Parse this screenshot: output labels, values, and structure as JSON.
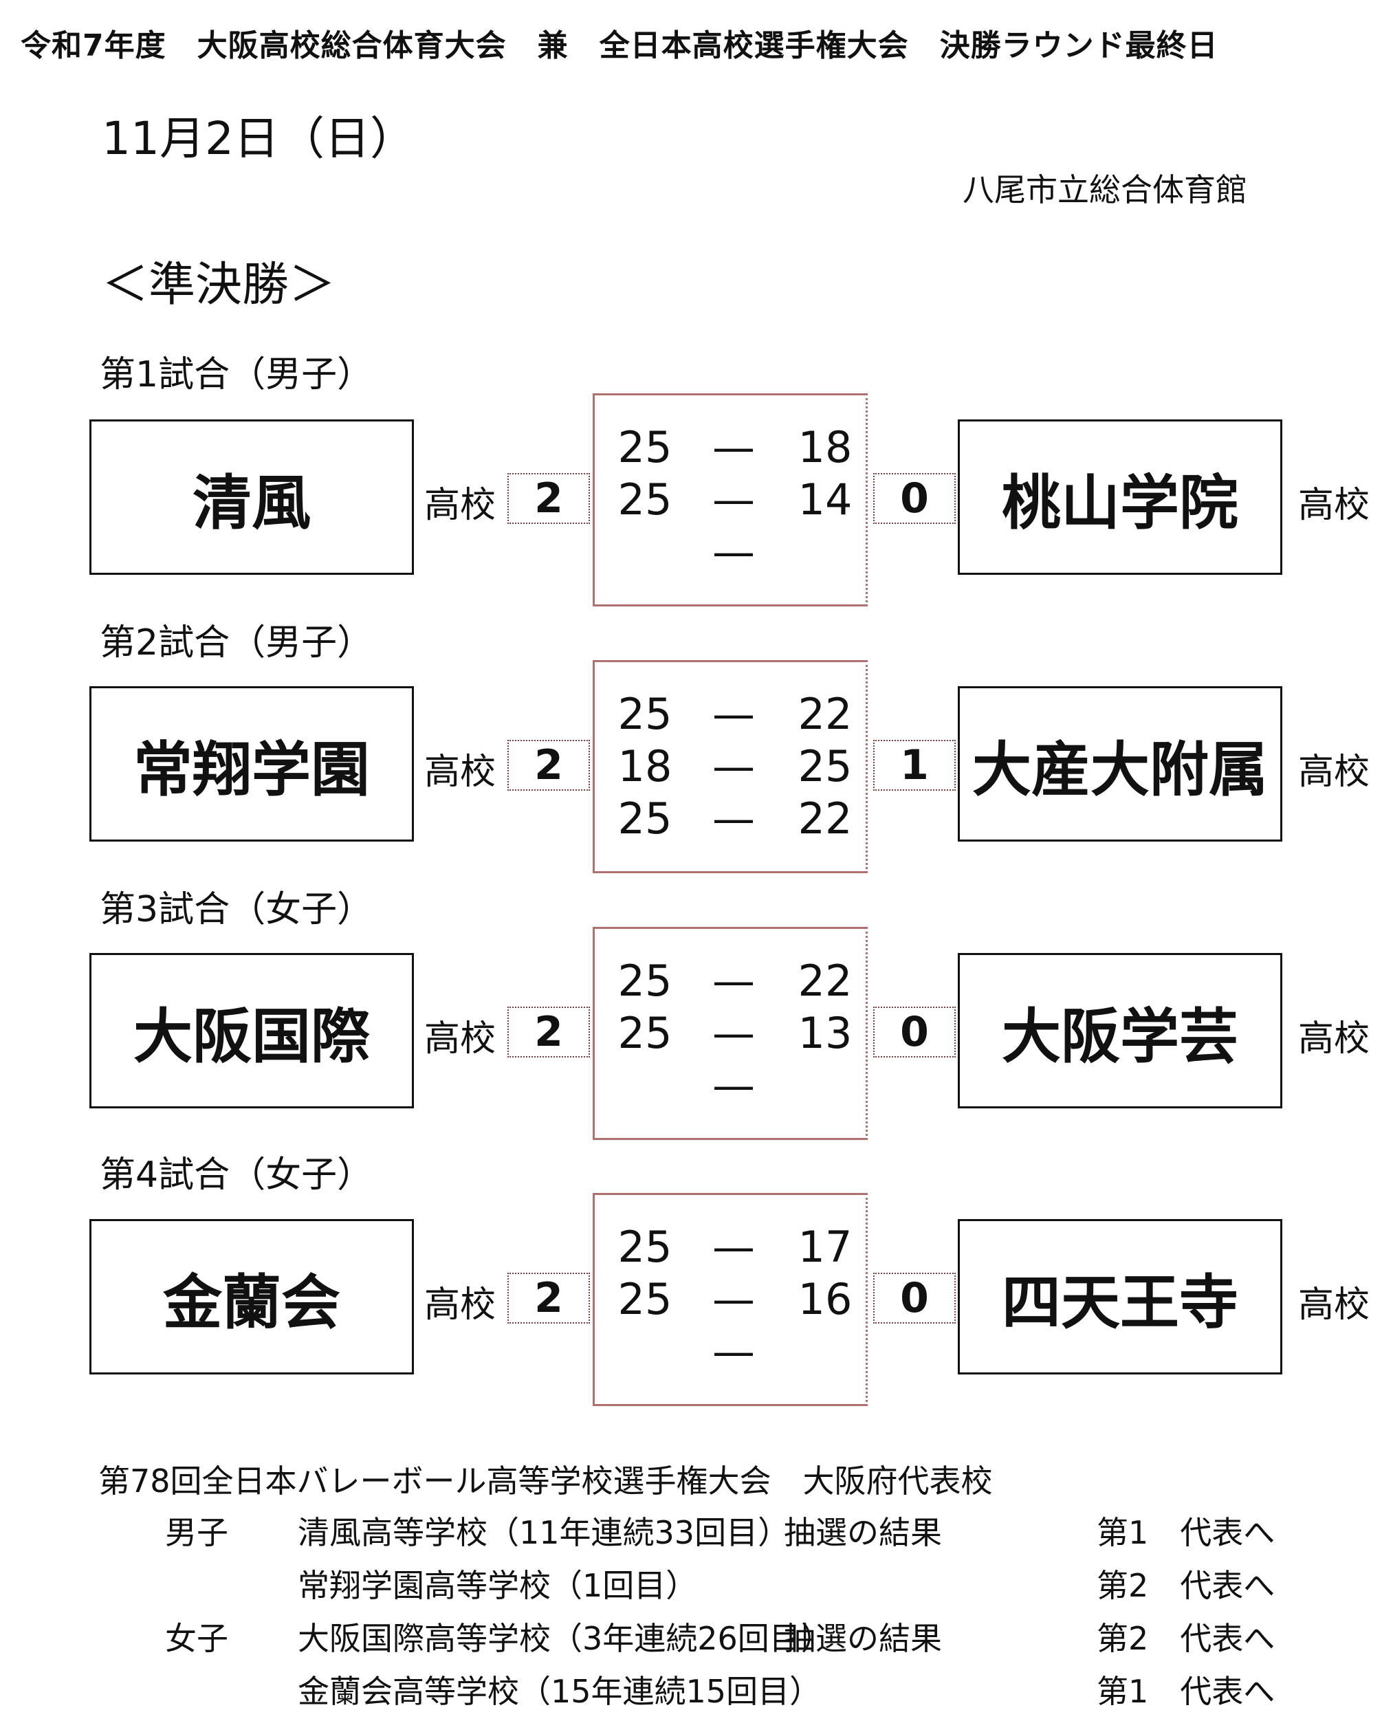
{
  "title": "令和7年度　大阪高校総合体育大会　兼　全日本高校選手権大会　決勝ラウンド最終日",
  "date": "11月2日（日）",
  "venue": "八尾市立総合体育館",
  "round": "＜準決勝＞",
  "school_suffix": "高校",
  "matches": [
    {
      "label": "第1試合（男子）",
      "left_team": "清風",
      "left_sets": "2",
      "right_team": "桃山学院",
      "right_sets": "0",
      "scores": [
        {
          "l": "25",
          "dash": "—",
          "r": "18"
        },
        {
          "l": "25",
          "dash": "—",
          "r": "14"
        },
        {
          "l": "",
          "dash": "—",
          "r": ""
        }
      ]
    },
    {
      "label": "第2試合（男子）",
      "left_team": "常翔学園",
      "left_sets": "2",
      "right_team": "大産大附属",
      "right_sets": "1",
      "scores": [
        {
          "l": "25",
          "dash": "—",
          "r": "22"
        },
        {
          "l": "18",
          "dash": "—",
          "r": "25"
        },
        {
          "l": "25",
          "dash": "—",
          "r": "22"
        }
      ]
    },
    {
      "label": "第3試合（女子）",
      "left_team": "大阪国際",
      "left_sets": "2",
      "right_team": "大阪学芸",
      "right_sets": "0",
      "scores": [
        {
          "l": "25",
          "dash": "—",
          "r": "22"
        },
        {
          "l": "25",
          "dash": "—",
          "r": "13"
        },
        {
          "l": "",
          "dash": "—",
          "r": ""
        }
      ]
    },
    {
      "label": "第4試合（女子）",
      "left_team": "金蘭会",
      "left_sets": "2",
      "right_team": "四天王寺",
      "right_sets": "0",
      "scores": [
        {
          "l": "25",
          "dash": "—",
          "r": "17"
        },
        {
          "l": "25",
          "dash": "—",
          "r": "16"
        },
        {
          "l": "",
          "dash": "—",
          "r": ""
        }
      ]
    }
  ],
  "representatives": {
    "heading": "第78回全日本バレーボール高等学校選手権大会　大阪府代表校",
    "rows": [
      {
        "gender": "男子",
        "school": "清風高等学校（11年連続33回目）",
        "note": "抽選の結果",
        "rank": "第1　代表へ"
      },
      {
        "gender": "",
        "school": "常翔学園高等学校（1回目）",
        "note": "",
        "rank": "第2　代表へ"
      },
      {
        "gender": "女子",
        "school": "大阪国際高等学校（3年連続26回目）",
        "note": "抽選の結果",
        "rank": "第2　代表へ"
      },
      {
        "gender": "",
        "school": "金蘭会高等学校（15年連続15回目）",
        "note": "",
        "rank": "第1　代表へ"
      }
    ]
  }
}
